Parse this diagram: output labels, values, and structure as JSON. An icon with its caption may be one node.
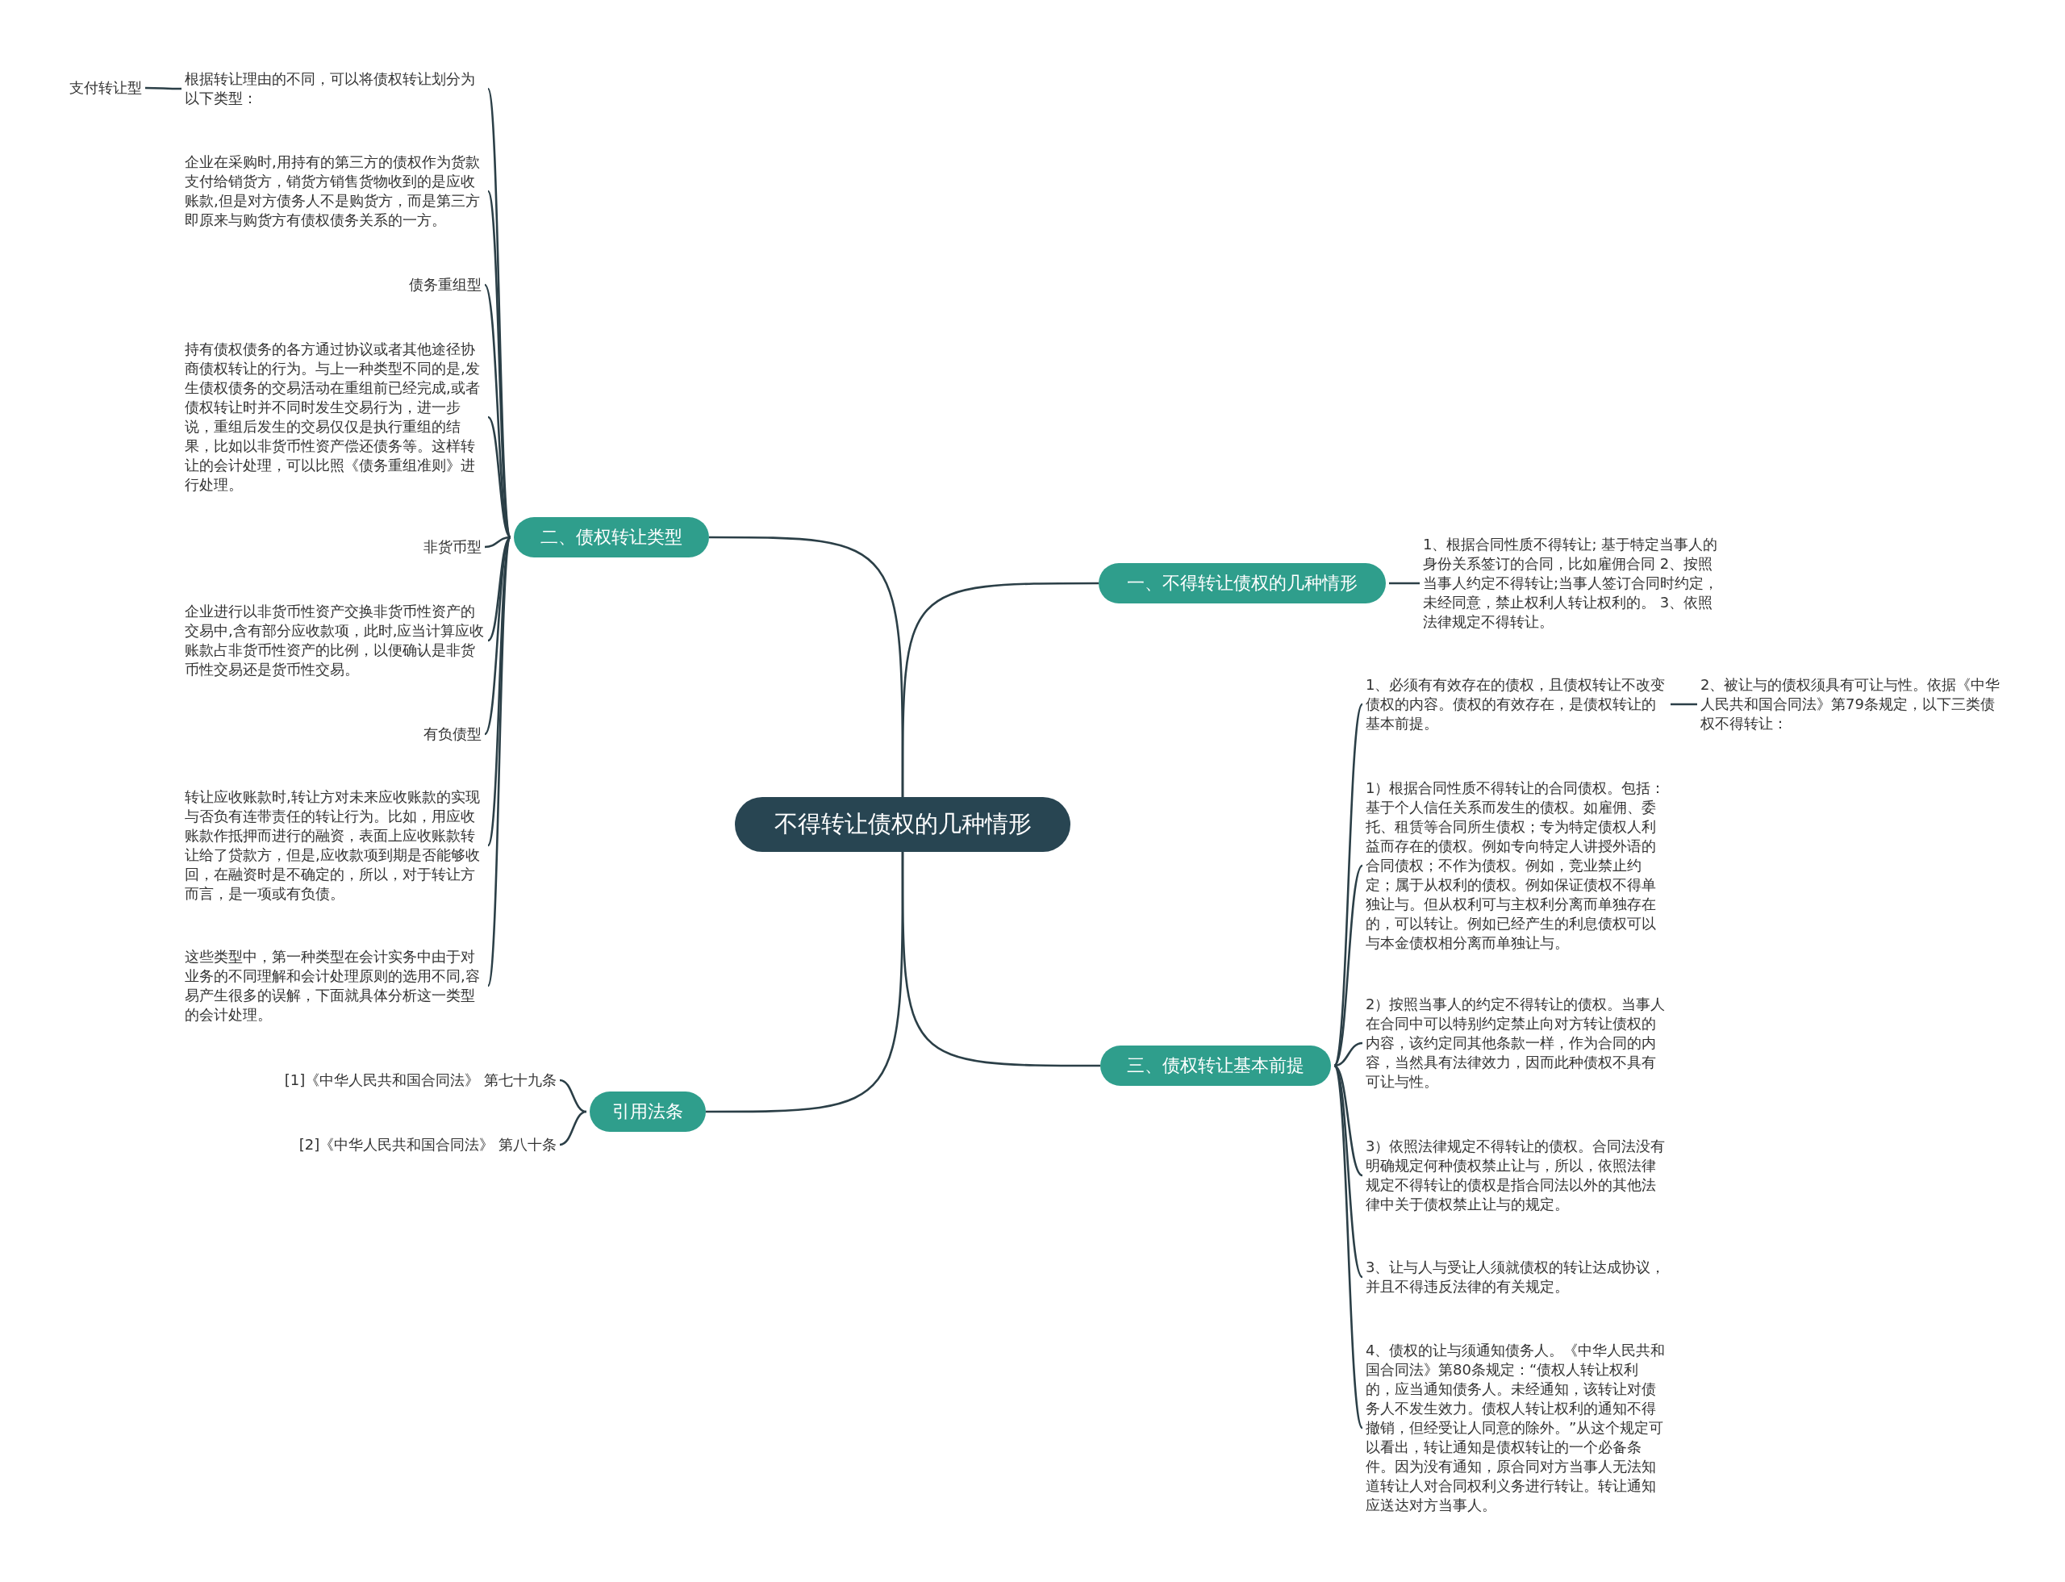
{
  "diagram": {
    "nodes": [
      {
        "text": [
          "不得转让债权的几种情形"
        ]
      },
      {
        "text": [
          "一、不得转让债权的几种情形"
        ]
      },
      {
        "text": [
          "1、根据合同性质不得转让; 基于特定当事人的身份关系签订的合同，比如雇佣合同 2、按照当事人约定不得转让;当事人签订合同时约定，未经同意，禁止权利人转让权利的。 3、依照法律规定不得转让。"
        ]
      },
      {
        "text": [
          "二、债权转让类型"
        ]
      },
      {
        "text": [
          "根据转让理由的不同，可以将债权转让划分为以下类型："
        ]
      },
      {
        "text": [
          "支付转让型"
        ]
      },
      {
        "text": [
          "企业在采购时,用持有的第三方的债权作为货款支付给销货方，销货方销售货物收到的是应收账款,但是对方债务人不是购货方，而是第三方即原来与购货方有债权债务关系的一方。"
        ]
      },
      {
        "text": [
          "债务重组型"
        ]
      },
      {
        "text": [
          "持有债权债务的各方通过协议或者其他途径协商债权转让的行为。与上一种类型不同的是,发生债权债务的交易活动在重组前已经完成,或者债权转让时并不同时发生交易行为，进一步说，重组后发生的交易仅仅是执行重组的结果，比如以非货币性资产偿还债务等。这样转让的会计处理，可以比照《债务重组准则》进行处理。"
        ]
      },
      {
        "text": [
          "非货币型"
        ]
      },
      {
        "text": [
          "企业进行以非货币性资产交换非货币性资产的交易中,含有部分应收款项，此时,应当计算应收账款占非货币性资产的比例，以便确认是非货币性交易还是货币性交易。"
        ]
      },
      {
        "text": [
          "有负债型"
        ]
      },
      {
        "text": [
          "转让应收账款时,转让方对未来应收账款的实现与否负有连带责任的转让行为。比如，用应收账款作抵押而进行的融资，表面上应收账款转让给了贷款方，但是,应收款项到期是否能够收回，在融资时是不确定的，所以，对于转让方而言，是一项或有负债。"
        ]
      },
      {
        "text": [
          "这些类型中，第一种类型在会计实务中由于对业务的不同理解和会计处理原则的选用不同,容易产生很多的误解，下面就具体分析这一类型的会计处理。"
        ]
      },
      {
        "text": [
          "引用法条"
        ]
      },
      {
        "text": [
          "[1]《中华人民共和国合同法》 第七十九条"
        ]
      },
      {
        "text": [
          "[2]《中华人民共和国合同法》 第八十条"
        ]
      },
      {
        "text": [
          "三、债权转让基本前提"
        ]
      },
      {
        "text": [
          "1、必须有有效存在的债权，且债权转让不改变债权的内容。债权的有效存在，是债权转让的基本前提。"
        ]
      },
      {
        "text": [
          "2、被让与的债权须具有可让与性。依据《中华人民共和国合同法》第79条规定，以下三类债权不得转让："
        ]
      },
      {
        "text": [
          "1）根据合同性质不得转让的合同债权。包括：基于个人信任关系而发生的债权。如雇佣、委托、租赁等合同所生债权；专为特定债权人利益而存在的债权。例如专向特定人讲授外语的合同债权；不作为债权。例如，竞业禁止约定；属于从权利的债权。例如保证债权不得单独让与。但从权利可与主权利分离而单独存在的，可以转让。例如已经产生的利息债权可以与本金债权相分离而单独让与。"
        ]
      },
      {
        "text": [
          "2）按照当事人的约定不得转让的债权。当事人在合同中可以特别约定禁止向对方转让债权的内容，该约定同其他条款一样，作为合同的内容，当然具有法律效力，因而此种债权不具有可让与性。"
        ]
      },
      {
        "text": [
          "3）依照法律规定不得转让的债权。合同法没有明确规定何种债权禁止让与，所以，依照法律规定不得转让的债权是指合同法以外的其他法律中关于债权禁止让与的规定。"
        ]
      },
      {
        "text": [
          "3、让与人与受让人须就债权的转让达成协议，并且不得违反法律的有关规定。"
        ]
      },
      {
        "text": [
          "4、债权的让与须通知债务人。《中华人民共和国合同法》第80条规定：“债权人转让权利的，应当通知债务人。未经通知，该转让对债务人不发生效力。债权人转让权利的通知不得撤销，但经受让人同意的除外。”从这个规定可以看出，转让通知是债权转让的一个必备条件。因为没有通知，原合同对方当事人无法知道转让人对合同权利义务进行转让。转让通知应送达对方当事人。"
        ]
      }
    ],
    "edges": [
      {
        "from": 0,
        "to": 1,
        "arrow": "none"
      },
      {
        "from": 1,
        "to": 2,
        "arrow": "none"
      },
      {
        "from": 0,
        "to": 3,
        "arrow": "none"
      },
      {
        "from": 3,
        "to": 4,
        "arrow": "none"
      },
      {
        "from": 4,
        "to": 5,
        "arrow": "none"
      },
      {
        "from": 3,
        "to": 6,
        "arrow": "none"
      },
      {
        "from": 3,
        "to": 7,
        "arrow": "none"
      },
      {
        "from": 3,
        "to": 8,
        "arrow": "none"
      },
      {
        "from": 3,
        "to": 9,
        "arrow": "none"
      },
      {
        "from": 3,
        "to": 10,
        "arrow": "none"
      },
      {
        "from": 3,
        "to": 11,
        "arrow": "none"
      },
      {
        "from": 3,
        "to": 12,
        "arrow": "none"
      },
      {
        "from": 3,
        "to": 13,
        "arrow": "none"
      },
      {
        "from": 0,
        "to": 14,
        "arrow": "none"
      },
      {
        "from": 14,
        "to": 15,
        "arrow": "none"
      },
      {
        "from": 14,
        "to": 16,
        "arrow": "none"
      },
      {
        "from": 0,
        "to": 17,
        "arrow": "none"
      },
      {
        "from": 17,
        "to": 18,
        "arrow": "none"
      },
      {
        "from": 18,
        "to": 19,
        "arrow": "none"
      },
      {
        "from": 17,
        "to": 20,
        "arrow": "none"
      },
      {
        "from": 17,
        "to": 21,
        "arrow": "none"
      },
      {
        "from": 17,
        "to": 22,
        "arrow": "none"
      },
      {
        "from": 17,
        "to": 23,
        "arrow": "none"
      },
      {
        "from": 17,
        "to": 24,
        "arrow": "none"
      }
    ]
  }
}
